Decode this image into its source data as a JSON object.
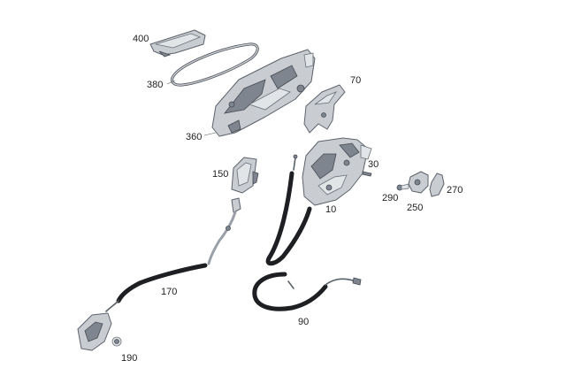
{
  "labels": {
    "p400": "400",
    "p380": "380",
    "p360": "360",
    "p70": "70",
    "p150": "150",
    "p30": "30",
    "p290": "290",
    "p250": "250",
    "p270": "270",
    "p10": "10",
    "p170": "170",
    "p90": "90",
    "p190": "190"
  }
}
